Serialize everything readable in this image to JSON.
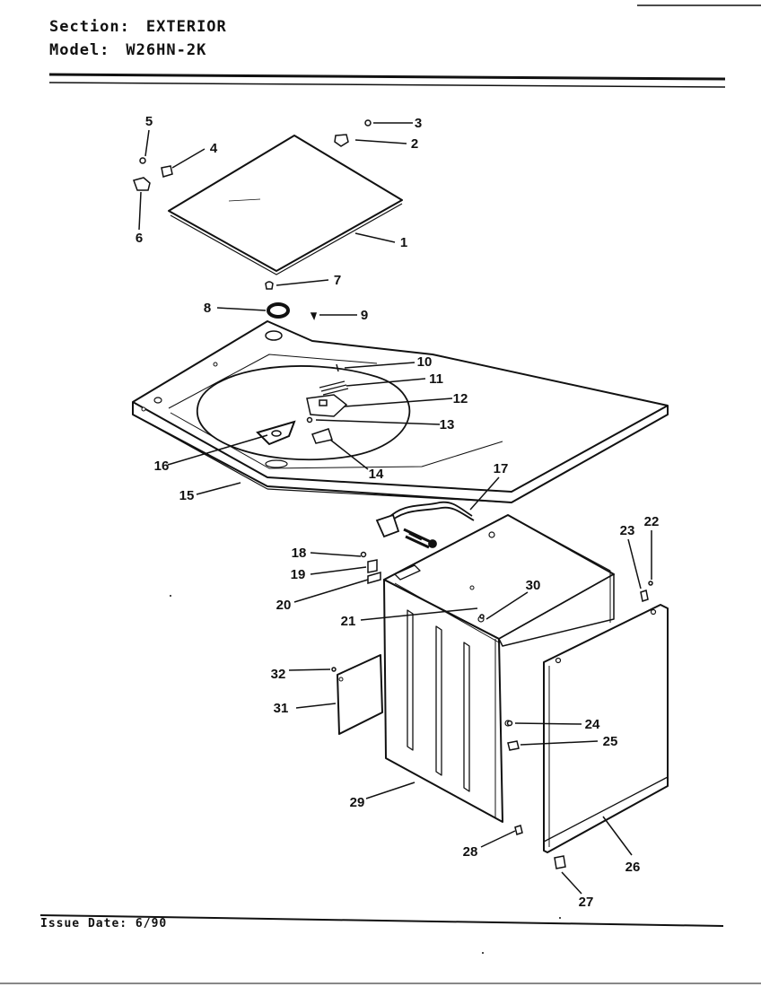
{
  "header": {
    "section_label": "Section:",
    "section_value": "EXTERIOR",
    "model_label": "Model:",
    "model_value": "W26HN-2K"
  },
  "footer": {
    "issue_label": "Issue Date:",
    "issue_value": "6/90"
  },
  "callouts": [
    "1",
    "2",
    "3",
    "4",
    "5",
    "6",
    "7",
    "8",
    "9",
    "10",
    "11",
    "12",
    "13",
    "14",
    "15",
    "16",
    "17",
    "18",
    "19",
    "20",
    "21",
    "22",
    "23",
    "24",
    "25",
    "26",
    "27",
    "28",
    "29",
    "30",
    "31",
    "32"
  ]
}
